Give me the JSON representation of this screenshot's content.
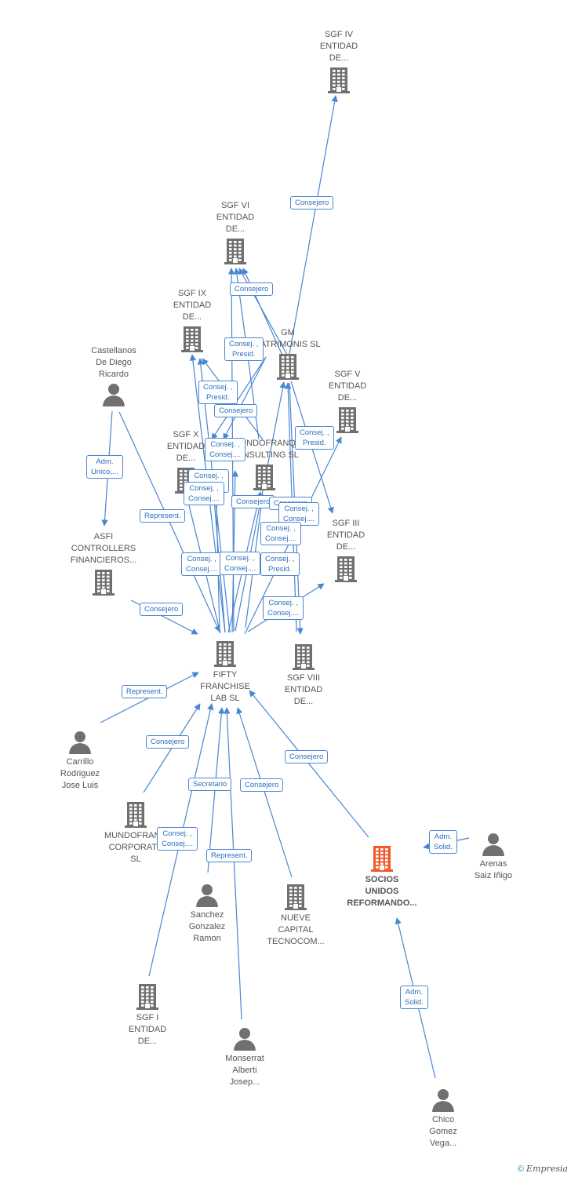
{
  "colors": {
    "edge": "#4a86d1",
    "icon": "#707070",
    "highlight": "#f05a28",
    "label_text": "#2a6fc0"
  },
  "nodes": [
    {
      "id": "sgf4",
      "type": "company",
      "label": "SGF IV\nENTIDAD\nDE..."
    },
    {
      "id": "sgf6",
      "type": "company",
      "label": "SGF VI\nENTIDAD\nDE..."
    },
    {
      "id": "sgf9",
      "type": "company",
      "label": "SGF IX\nENTIDAD\nDE..."
    },
    {
      "id": "castellanos",
      "type": "person",
      "label": "Castellanos\nDe Diego\nRicardo"
    },
    {
      "id": "gm",
      "type": "company",
      "label": "GM\nPATRIMONIS SL"
    },
    {
      "id": "sgf5",
      "type": "company",
      "label": "SGF V\nENTIDAD\nDE..."
    },
    {
      "id": "sgf10",
      "type": "company",
      "label": "SGF X\nENTIDAD\nDE..."
    },
    {
      "id": "mfconsulting",
      "type": "company",
      "label": "MUNDOFRANQ\nCONSULTING SL"
    },
    {
      "id": "sgf3",
      "type": "company",
      "label": "SGF III\nENTIDAD\nDE..."
    },
    {
      "id": "asfi",
      "type": "company",
      "label": "ASFI\nCONTROLLERS\nFINANCIEROS..."
    },
    {
      "id": "fifty",
      "type": "company",
      "label": "FIFTY\nFRANCHISE\nLAB SL"
    },
    {
      "id": "sgf8",
      "type": "company",
      "label": "SGF VIII\nENTIDAD\nDE..."
    },
    {
      "id": "carrillo",
      "type": "person",
      "label": "Carrillo\nRodriguez\nJose Luis"
    },
    {
      "id": "mfcorp",
      "type": "company",
      "label": "MUNDOFRANQ\nCORPORATE\nSL"
    },
    {
      "id": "socios",
      "type": "company_highlight",
      "label": "SOCIOS\nUNIDOS\nREFORMANDO..."
    },
    {
      "id": "arenas",
      "type": "person",
      "label": "Arenas\nSaiz Iñigo"
    },
    {
      "id": "sanchez",
      "type": "person",
      "label": "Sanchez\nGonzalez\nRamon"
    },
    {
      "id": "nueve",
      "type": "company",
      "label": "NUEVE\nCAPITAL\nTECNOCOM..."
    },
    {
      "id": "sgf1",
      "type": "company",
      "label": "SGF I\nENTIDAD\nDE..."
    },
    {
      "id": "monserrat",
      "type": "person",
      "label": "Monserrat\nAlberti\nJosep..."
    },
    {
      "id": "chico",
      "type": "person",
      "label": "Chico\nGomez\nVega..."
    }
  ],
  "edge_labels": [
    {
      "id": "e1",
      "text": "Consejero"
    },
    {
      "id": "e2",
      "text": "Consejero"
    },
    {
      "id": "e3",
      "text": "Consej. ,\nPresid."
    },
    {
      "id": "e4",
      "text": "Consej. ,\nPresid."
    },
    {
      "id": "e5",
      "text": "Consejero"
    },
    {
      "id": "e6",
      "text": "Adm.\nUnico,..."
    },
    {
      "id": "e7",
      "text": "Consej. ,\nPresid."
    },
    {
      "id": "e8",
      "text": "Consej. ,\nConsej...."
    },
    {
      "id": "e9",
      "text": "Consej. ,\nConsej...."
    },
    {
      "id": "e10",
      "text": "Consej. ,\nConsej...."
    },
    {
      "id": "e11",
      "text": "Represent."
    },
    {
      "id": "e12",
      "text": "Consejero"
    },
    {
      "id": "e13",
      "text": "Consejero"
    },
    {
      "id": "e14",
      "text": "Consej. ,\nConsej...."
    },
    {
      "id": "e15",
      "text": "Consej. ,\nConsej...."
    },
    {
      "id": "e16",
      "text": "Consej. ,\nConsej...."
    },
    {
      "id": "e17",
      "text": "Consej. ,\nPresid."
    },
    {
      "id": "e18",
      "text": "Consejero"
    },
    {
      "id": "e19",
      "text": "Consej. ,\nConsej...."
    },
    {
      "id": "e20",
      "text": "Consej. ,\nConsej...."
    },
    {
      "id": "e21",
      "text": "Represent."
    },
    {
      "id": "e22",
      "text": "Consejero"
    },
    {
      "id": "e23",
      "text": "Consejero"
    },
    {
      "id": "e24",
      "text": "Secretario"
    },
    {
      "id": "e25",
      "text": "Consejero"
    },
    {
      "id": "e26",
      "text": "Adm.\nSolid."
    },
    {
      "id": "e27",
      "text": "Consej. ,\nConsej...."
    },
    {
      "id": "e28",
      "text": "Represent."
    },
    {
      "id": "e29",
      "text": "Adm.\nSolid."
    }
  ],
  "footer": {
    "copyright_symbol": "©",
    "brand": "Empresia"
  }
}
